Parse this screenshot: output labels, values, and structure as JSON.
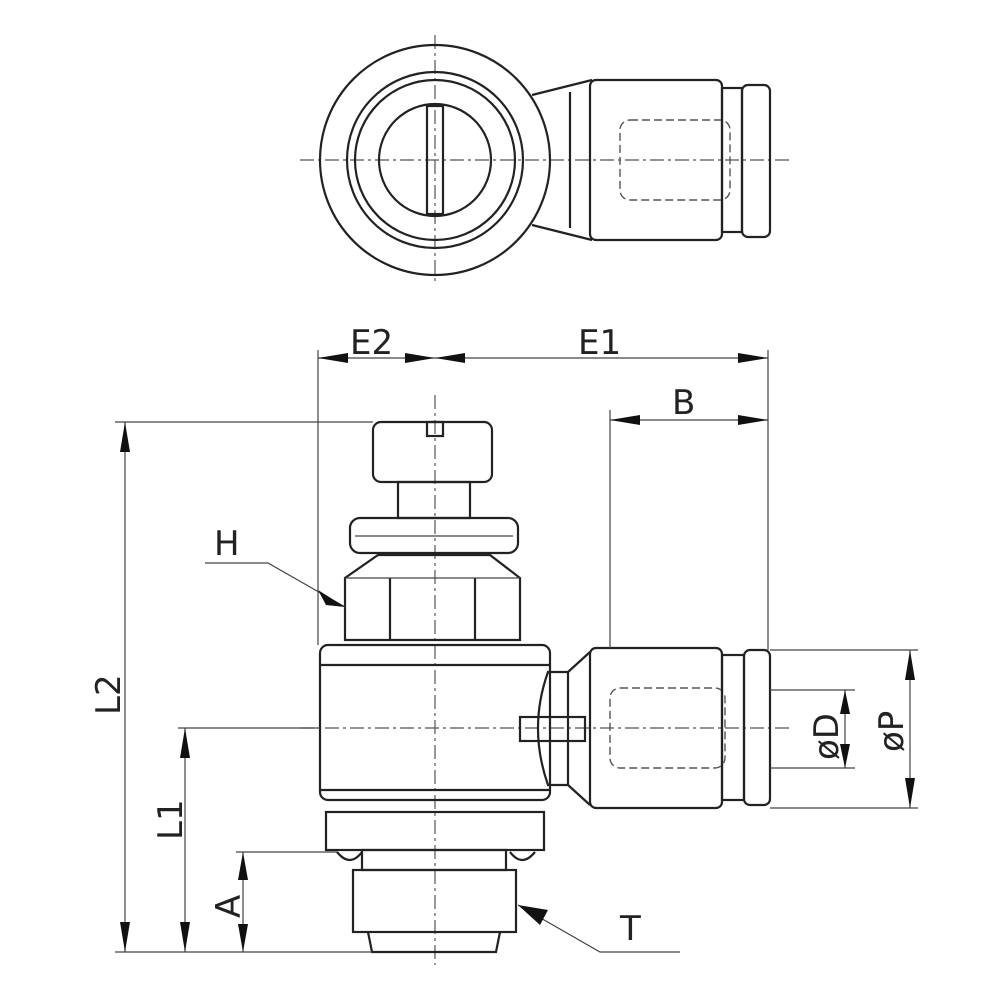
{
  "drawing": {
    "labels": {
      "E2": "E2",
      "E1": "E1",
      "B": "B",
      "H": "H",
      "L2": "L2",
      "L1": "L1",
      "A": "A",
      "T": "T",
      "D": "øD",
      "P": "øP"
    }
  }
}
